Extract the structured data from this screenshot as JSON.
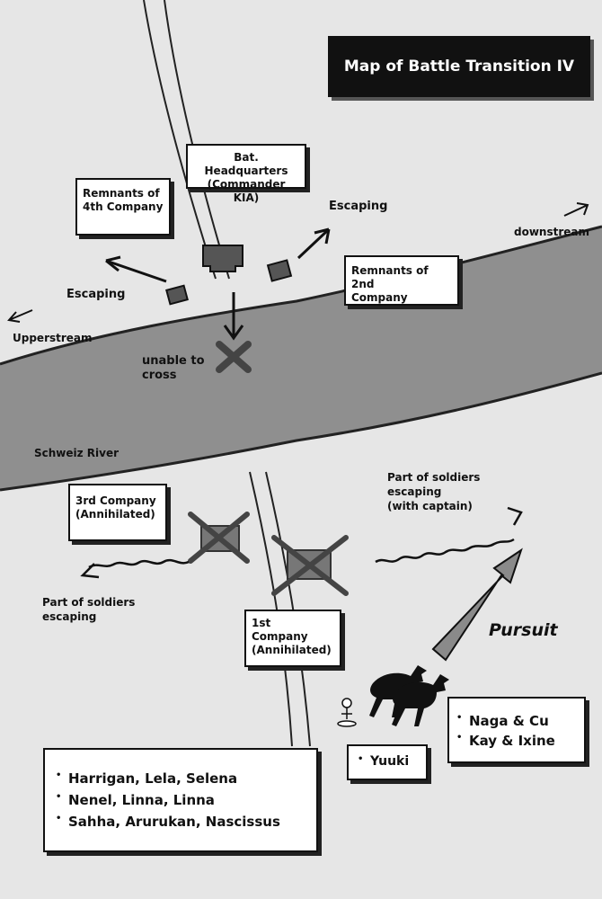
{
  "title": "Map of Battle Transition IV",
  "river": {
    "name": "Schweiz River"
  },
  "directions": {
    "upstream": "Upperstream",
    "downstream": "downstream"
  },
  "units": {
    "headquarters": {
      "line1": "Bat. Headquarters",
      "line2": "(Commander KIA)"
    },
    "fourth_company": {
      "line1": "Remnants of",
      "line2": "4th Company"
    },
    "second_company": {
      "line1": "Remnants of 2nd",
      "line2": "Company"
    },
    "third_company": {
      "line1": "3rd Company",
      "line2": "(Annihilated)"
    },
    "first_company": {
      "line1": "1st",
      "line2": "Company",
      "line3": "(Annihilated)"
    }
  },
  "movements": {
    "escaping_left": "Escaping",
    "escaping_right": "Escaping",
    "unable_to_cross": {
      "line1": "unable to",
      "line2": "cross"
    },
    "soldiers_escaping_left": {
      "line1": "Part of  soldiers",
      "line2": "escaping"
    },
    "soldiers_escaping_right": {
      "line1": "Part of soldiers",
      "line2": "escaping",
      "line3": "(with captain)"
    },
    "pursuit": "Pursuit"
  },
  "pursuers": {
    "yuuki": "Yuuki",
    "cavalry": [
      "Naga & Cu",
      "Kay & Ixine"
    ]
  },
  "allied_group": [
    "Harrigan, Lela, Selena",
    "Nenel, Linna, Linna",
    "Sahha, Arurukan, Nascissus"
  ],
  "colors": {
    "river": "#8f8f8f",
    "land": "#e6e6e6",
    "unit": "#555555",
    "cross": "#444444"
  }
}
